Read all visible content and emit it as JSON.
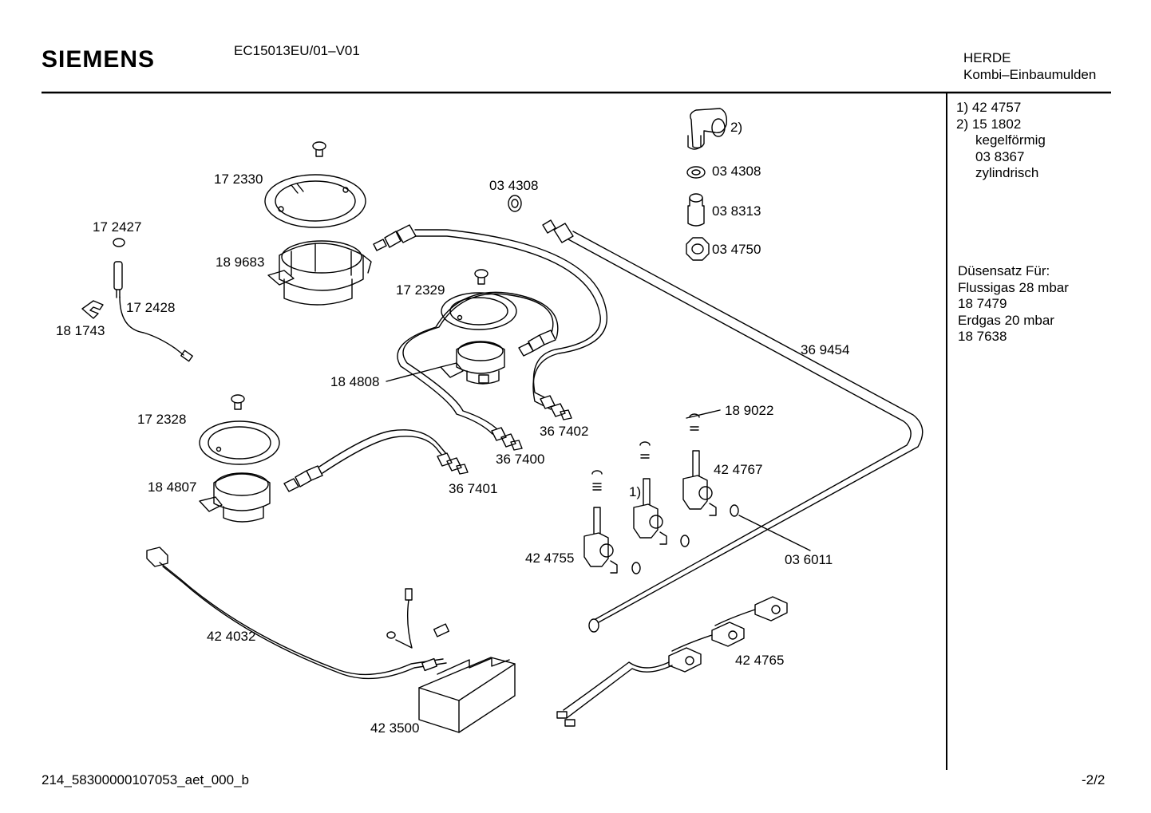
{
  "header": {
    "brand": "SIEMENS",
    "model": "EC15013EU/01–V01",
    "category_line1": "HERDE",
    "category_line2": "Kombi–Einbaumulden"
  },
  "legend": {
    "item1": "1)  42 4757",
    "item2": "2)  15 1802",
    "item2_a": "kegelförmig",
    "item2_b": "03 8367",
    "item2_c": "zylindrisch"
  },
  "nozzle_set": {
    "title": "Düsensatz Für:",
    "line1": "Flussigas 28 mbar",
    "line2": "18 7479",
    "line3": "Erdgas 20 mbar",
    "line4": "18 7638"
  },
  "parts": {
    "p172330": "17 2330",
    "p189683": "18 9683",
    "p172427": "17 2427",
    "p172428": "17 2428",
    "p181743": "18 1743",
    "p034308a": "03 4308",
    "p172329": "17 2329",
    "p184808": "18 4808",
    "p367402": "36 7402",
    "p367400": "36 7400",
    "p172328": "17 2328",
    "p184807": "18 4807",
    "p367401": "36 7401",
    "p369454": "36 9454",
    "callout2": "2)",
    "p034308b": "03 4308",
    "p038313": "03 8313",
    "p034750": "03 4750",
    "p189022": "18 9022",
    "p424767": "42 4767",
    "callout1": "1)",
    "p424755": "42 4755",
    "p036011": "03 6011",
    "p424032": "42 4032",
    "p424765": "42 4765",
    "p423500": "42 3500"
  },
  "footer": {
    "doc_id": "214_58300000107053_aet_000_b",
    "page": "-2/2"
  }
}
